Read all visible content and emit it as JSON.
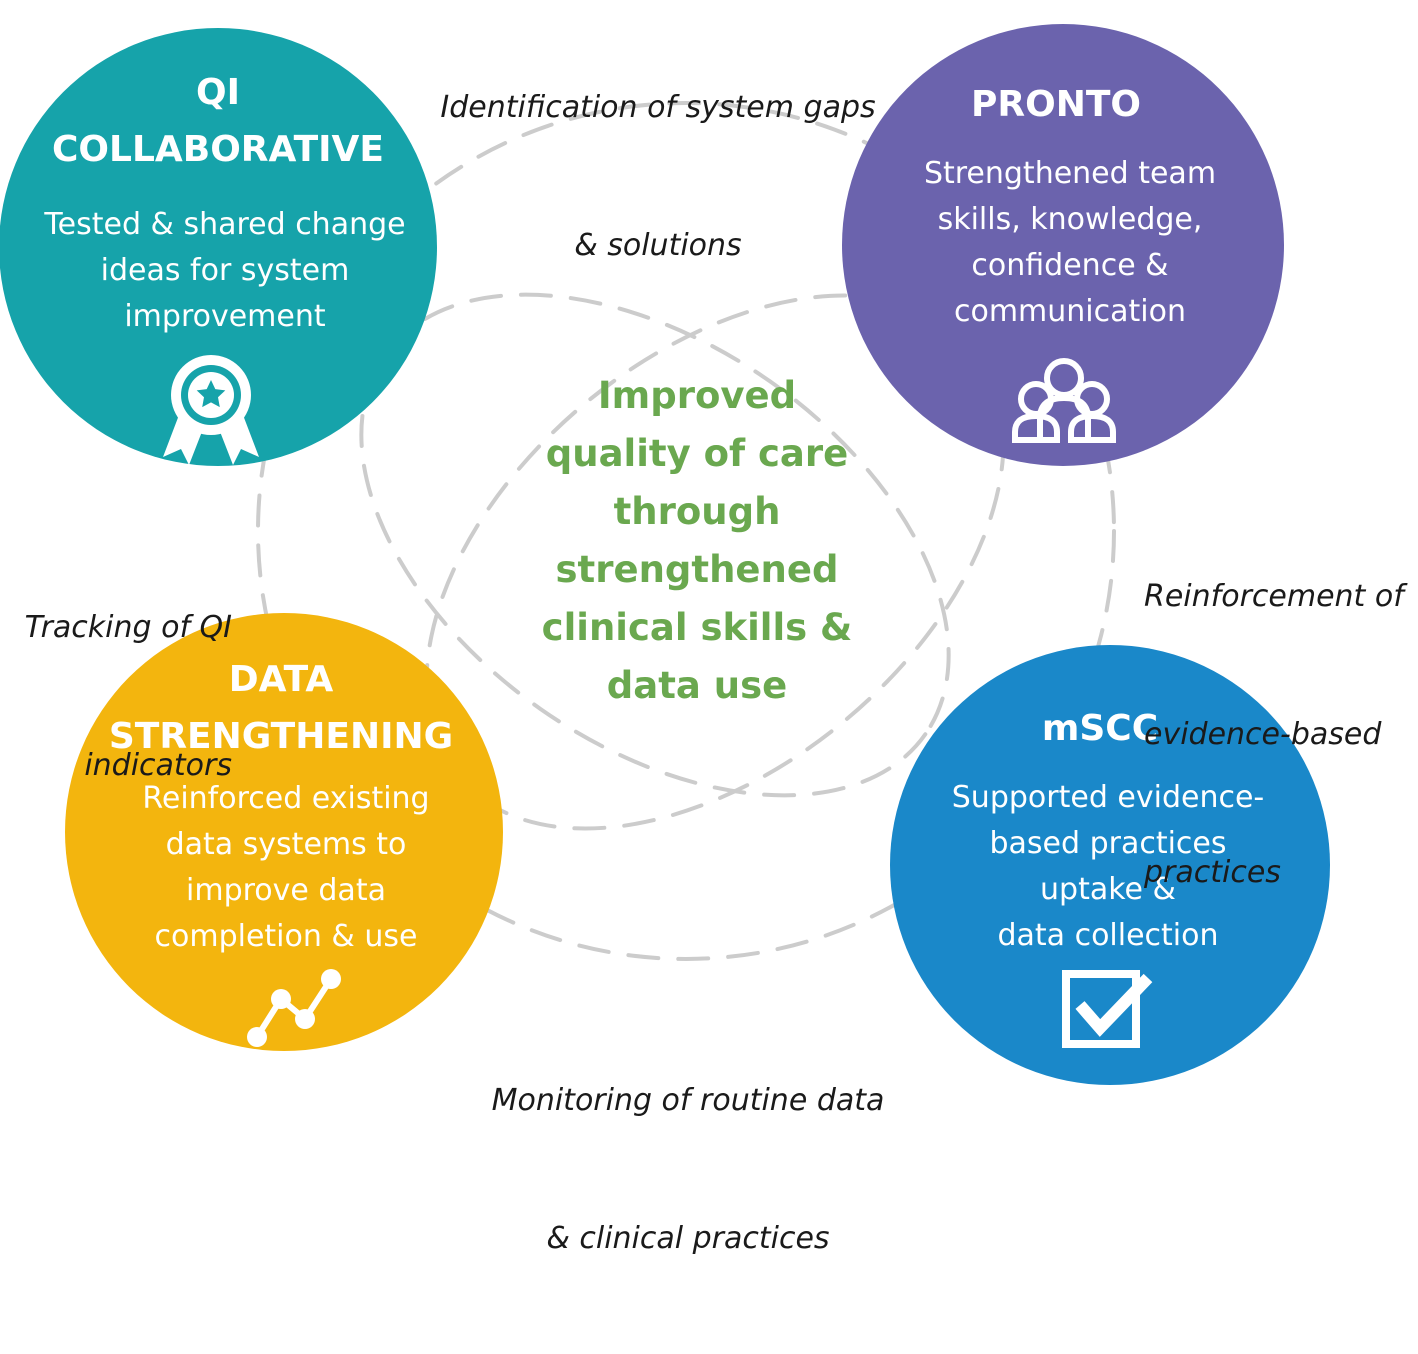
{
  "center_text": [
    "Improved",
    "quality of care",
    "through",
    "strengthened",
    "clinical skills &",
    "data use"
  ],
  "nodes": {
    "qi": {
      "title": [
        "QI",
        "COLLABORATIVE"
      ],
      "description": [
        "Tested & shared change",
        "ideas for system",
        "improvement"
      ],
      "color": "#16a3aa",
      "icon": "award-ribbon-icon"
    },
    "pronto": {
      "title": [
        "PRONTO"
      ],
      "description": [
        "Strengthened team",
        "skills, knowledge,",
        "confidence &",
        "communication"
      ],
      "color": "#6b63ad",
      "icon": "team-people-icon"
    },
    "data": {
      "title": [
        "DATA",
        "STRENGTHENING"
      ],
      "description": [
        "Reinforced existing",
        "data systems to",
        "improve data",
        "completion & use"
      ],
      "color": "#f3b50e",
      "icon": "line-chart-icon"
    },
    "mscc": {
      "title": [
        "mSCC"
      ],
      "description": [
        "Supported evidence-",
        "based practices",
        "uptake &",
        "data collection"
      ],
      "color": "#1a88c9",
      "icon": "checkbox-check-icon"
    }
  },
  "links": {
    "top": [
      "Identification of system gaps",
      "& solutions"
    ],
    "left": [
      "Tracking of QI",
      "indicators"
    ],
    "right": [
      "Reinforcement of",
      "evidence-based",
      "practices"
    ],
    "bottom": [
      "Monitoring of routine data",
      "& clinical practices"
    ]
  },
  "colors": {
    "dash": "#cccccc",
    "center_text": "#6aa84f",
    "note_text": "#1a1a1a"
  }
}
